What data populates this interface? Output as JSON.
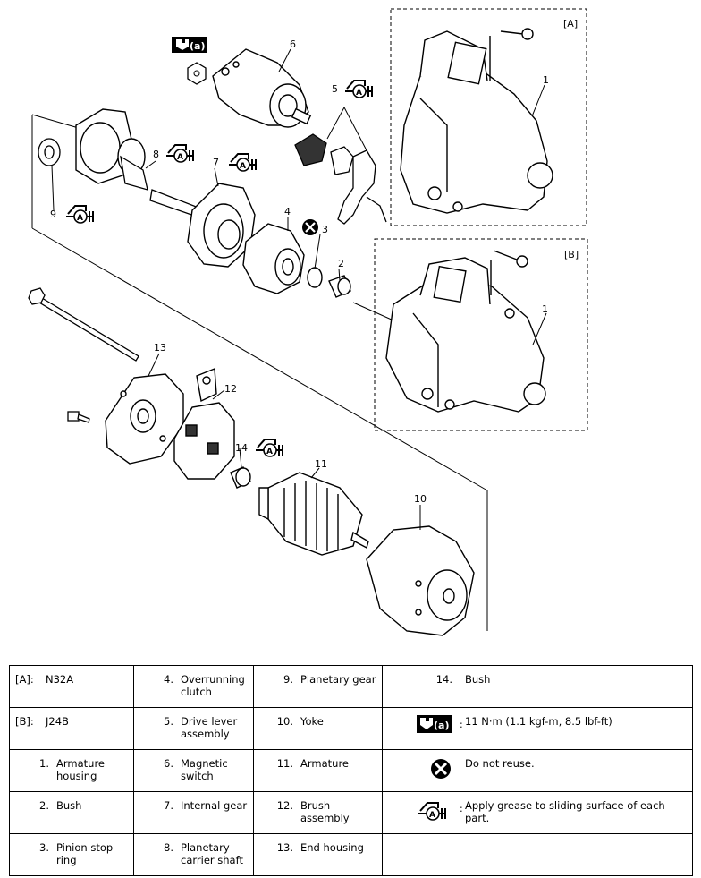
{
  "diagram": {
    "callouts": {
      "c1a": "1",
      "c1b": "1",
      "c2": "2",
      "c3": "3",
      "c4": "4",
      "c5": "5",
      "c6": "6",
      "c7": "7",
      "c8": "8",
      "c9": "9",
      "c10": "10",
      "c11": "11",
      "c12": "12",
      "c13": "13",
      "c14": "14"
    },
    "variant_a": "[A]",
    "variant_b": "[B]",
    "torque_badge": "(a)",
    "grease_badge": "A"
  },
  "legend": {
    "rows": [
      [
        {
          "code": "[A]:",
          "text": "N32A"
        },
        {
          "code": "4.",
          "text": "Overrunning clutch"
        },
        {
          "code": "9.",
          "text": "Planetary gear"
        },
        {
          "code": "14.",
          "text": "Bush"
        }
      ],
      [
        {
          "code": "[B]:",
          "text": "J24B"
        },
        {
          "code": "5.",
          "text": "Drive lever assembly"
        },
        {
          "code": "10.",
          "text": "Yoke"
        },
        {
          "code": "",
          "text": "11 N·m (1.1 kgf-m, 8.5 lbf-ft)"
        }
      ],
      [
        {
          "code": "1.",
          "text": "Armature housing"
        },
        {
          "code": "6.",
          "text": "Magnetic switch"
        },
        {
          "code": "11.",
          "text": "Armature"
        },
        {
          "code": "",
          "text": "Do not reuse."
        }
      ],
      [
        {
          "code": "2.",
          "text": "Bush"
        },
        {
          "code": "7.",
          "text": "Internal gear"
        },
        {
          "code": "12.",
          "text": "Brush assembly"
        },
        {
          "code": "",
          "text": "Apply grease to sliding surface of each part."
        }
      ],
      [
        {
          "code": "3.",
          "text": "Pinion stop ring"
        },
        {
          "code": "8.",
          "text": "Planetary carrier shaft"
        },
        {
          "code": "13.",
          "text": "End housing"
        },
        {
          "code": "",
          "text": ""
        }
      ]
    ],
    "symbols": {
      "torque": "torque-symbol",
      "no_reuse": "do-not-reuse-symbol",
      "grease": "grease-symbol"
    }
  }
}
